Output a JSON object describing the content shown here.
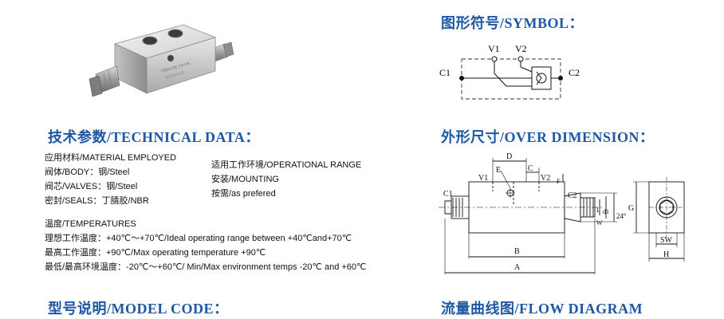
{
  "headings": {
    "symbol": "图形符号/SYMBOL：",
    "technical": "技术参数/TECHNICAL DATA：",
    "dimension": "外形尺寸/OVER DIMENSION：",
    "model": "型号说明/MODEL CODE：",
    "flow": "流量曲线图/FLOW DIAGRAM"
  },
  "technical": {
    "left": [
      "应用材料/MATERIAL EMPLOYED",
      "阀体/BODY：钢/Steel",
      "阀芯/VALVES：钢/Steel",
      "密封/SEALS：丁腈胶/NBR"
    ],
    "right": [
      "适用工作环境/OPERATIONAL RANGE",
      "安装/MOUNTING",
      "按需/as prefered"
    ],
    "temps_title": "温度/TEMPERATURES",
    "temps": [
      "理想工作温度：+40℃～+70℃/Ideal operating range between +40℃and+70℃",
      "最高工作温度：+90℃/Max operating temperature +90℃",
      "最低/最高环境温度：-20℃～+60℃/ Min/Max environment temps -20℃ and +60℃"
    ]
  },
  "symbol": {
    "v1": "V1",
    "v2": "V2",
    "c1": "C1",
    "c2": "C2"
  },
  "dimension": {
    "labels": {
      "d": "D",
      "e": "E",
      "c": "C",
      "v1": "V1",
      "v2": "V2",
      "c1": "C1",
      "c2": "C2",
      "f": "F",
      "l": "L",
      "d1": "d1",
      "w": "W",
      "angle": "24°",
      "g": "G",
      "b": "B",
      "a": "A",
      "sw": "SW",
      "h": "H"
    }
  },
  "photo": {
    "engraving": [
      "VBSO-DE 1/8-3/8...",
      "V1/2 C1 C2"
    ]
  }
}
